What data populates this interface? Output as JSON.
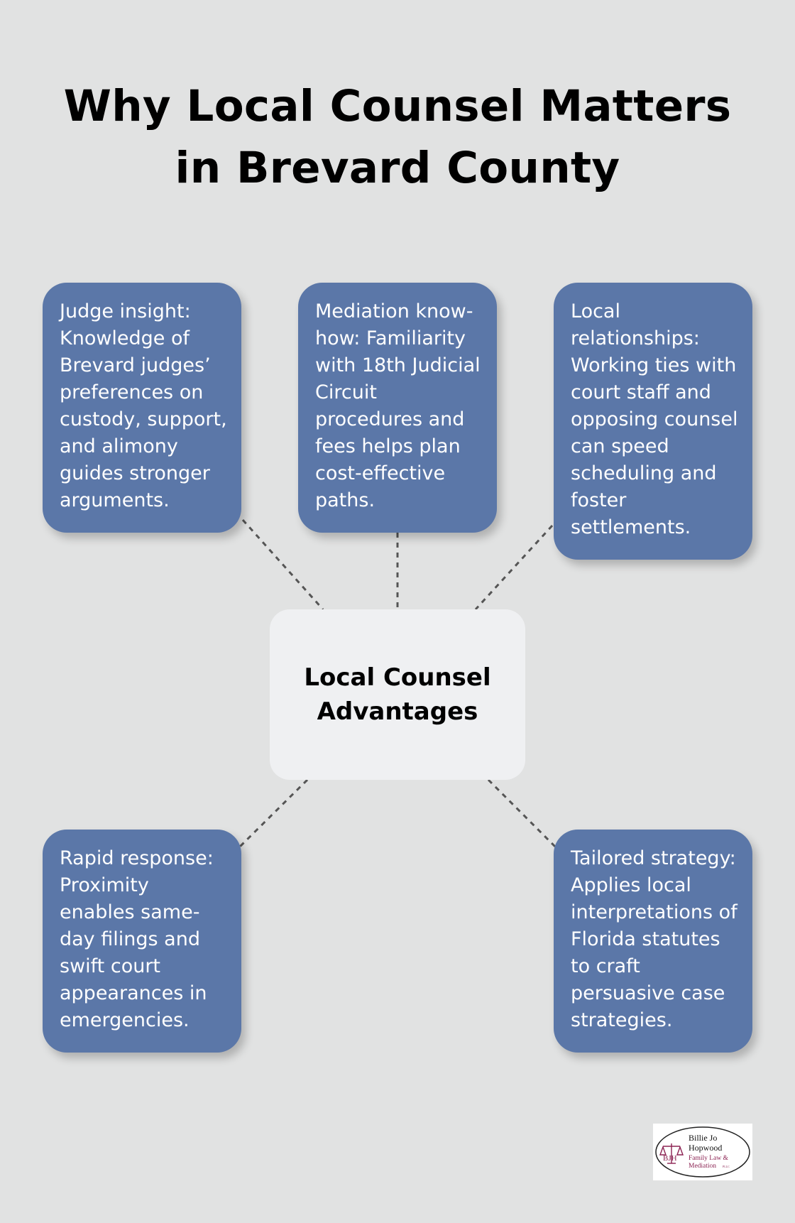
{
  "title": "Why Local Counsel Matters in Brevard County",
  "center": {
    "label": "Local Counsel Advantages"
  },
  "cards": [
    {
      "text": "Judge insight: Knowledge of Brevard judges’ preferences on custody, support, and alimony guides stronger arguments."
    },
    {
      "text": "Mediation know-how: Familiarity with 18th Judicial Circuit procedures and fees helps plan cost-effective paths."
    },
    {
      "text": "Local relationships: Working ties with court staff and opposing counsel can speed scheduling and foster settlements."
    },
    {
      "text": "Rapid response: Proximity enables same-day filings and swift court appearances in emergencies."
    },
    {
      "text": "Tailored strategy: Applies local interpretations of Florida statutes to craft persuasive case strategies."
    }
  ],
  "logo": {
    "line1": "Billie Jo",
    "line2": "Hopwood",
    "line3": "Family Law &",
    "line4": "Mediation",
    "suffix": "PLLC",
    "monogram": "BJH"
  },
  "colors": {
    "background": "#e1e2e2",
    "card": "#5b77a8",
    "center": "#eff0f2",
    "connector": "#555555",
    "logo_accent": "#8b2252"
  }
}
